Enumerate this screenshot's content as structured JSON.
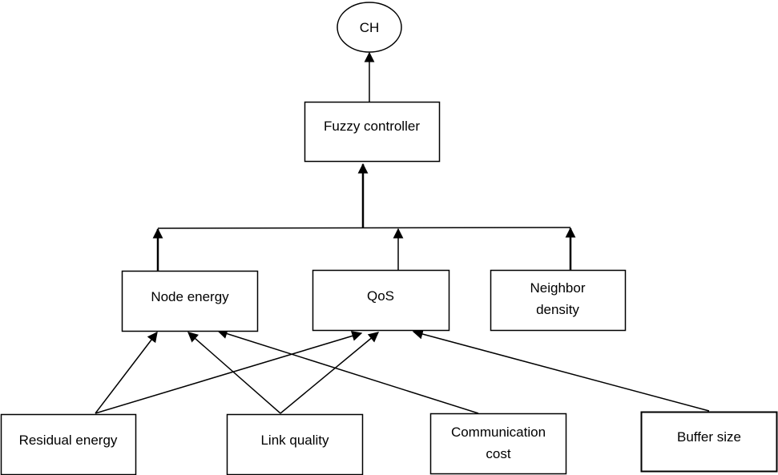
{
  "diagram": {
    "type": "hierarchical flow diagram",
    "colors": {
      "stroke": "#000000",
      "fill": "#ffffff",
      "text": "#000000"
    },
    "nodes": {
      "ch": {
        "label": [
          "CH"
        ],
        "shape": "ellipse"
      },
      "fuzzy_controller": {
        "label": [
          "Fuzzy controller"
        ],
        "shape": "rect"
      },
      "node_energy": {
        "label": [
          "Node energy"
        ],
        "shape": "rect"
      },
      "qos": {
        "label": [
          "QoS"
        ],
        "shape": "rect"
      },
      "neighbor_density": {
        "label": [
          "Neighbor",
          "density"
        ],
        "shape": "rect"
      },
      "residual_energy": {
        "label": [
          "Residual energy"
        ],
        "shape": "rect"
      },
      "link_quality": {
        "label": [
          "Link quality"
        ],
        "shape": "rect"
      },
      "communication_cost": {
        "label": [
          "Communication",
          "cost"
        ],
        "shape": "rect"
      },
      "buffer_size": {
        "label": [
          "Buffer size"
        ],
        "shape": "rect"
      }
    },
    "edges": [
      {
        "from": "fuzzy_controller",
        "to": "ch"
      },
      {
        "from": "node_energy",
        "to": "fuzzy_controller",
        "via": "bus"
      },
      {
        "from": "qos",
        "to": "fuzzy_controller",
        "via": "bus"
      },
      {
        "from": "neighbor_density",
        "to": "fuzzy_controller",
        "via": "bus"
      },
      {
        "from": "residual_energy",
        "to": "node_energy"
      },
      {
        "from": "residual_energy",
        "to": "qos"
      },
      {
        "from": "link_quality",
        "to": "node_energy"
      },
      {
        "from": "link_quality",
        "to": "qos"
      },
      {
        "from": "communication_cost",
        "to": "node_energy"
      },
      {
        "from": "buffer_size",
        "to": "qos"
      }
    ]
  }
}
